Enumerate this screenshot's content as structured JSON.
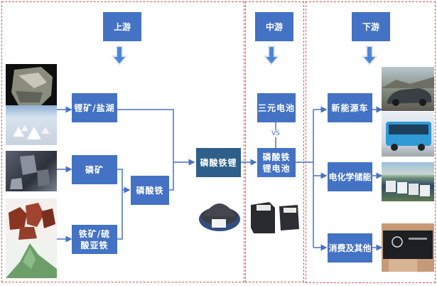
{
  "sections": {
    "upstream": {
      "title": "上游"
    },
    "midstream": {
      "title": "中游"
    },
    "downstream": {
      "title": "下游"
    }
  },
  "upstream": {
    "nodes": [
      {
        "label": "锂矿/盐湖"
      },
      {
        "label": "磷矿"
      },
      {
        "label": "铁矿/硫酸亚铁"
      },
      {
        "label": "磷酸铁"
      },
      {
        "label": "磷酸铁锂"
      }
    ],
    "images": [
      {
        "name": "lithium-ore-image"
      },
      {
        "name": "salt-lake-image"
      },
      {
        "name": "phosphate-rock-image"
      },
      {
        "name": "iron-ore-image"
      },
      {
        "name": "ferrous-sulfate-image"
      },
      {
        "name": "lfp-powder-image"
      }
    ]
  },
  "midstream": {
    "nodes": [
      {
        "label": "三元电池"
      },
      {
        "label": "磷酸铁锂电池"
      }
    ],
    "vs_label": "VS",
    "images": [
      {
        "name": "battery-packs-image"
      }
    ]
  },
  "downstream": {
    "nodes": [
      {
        "label": "新能源车"
      },
      {
        "label": "电化学储能"
      },
      {
        "label": "消费及其他"
      }
    ],
    "images": [
      {
        "name": "electric-car-image"
      },
      {
        "name": "electric-bus-image"
      },
      {
        "name": "energy-storage-image"
      },
      {
        "name": "consumer-battery-image"
      }
    ]
  },
  "colors": {
    "node_blue": "#4472c4",
    "node_dark": "#2e5f8a",
    "panel_border": "#d9534f",
    "arrow": "#4a86d8"
  }
}
